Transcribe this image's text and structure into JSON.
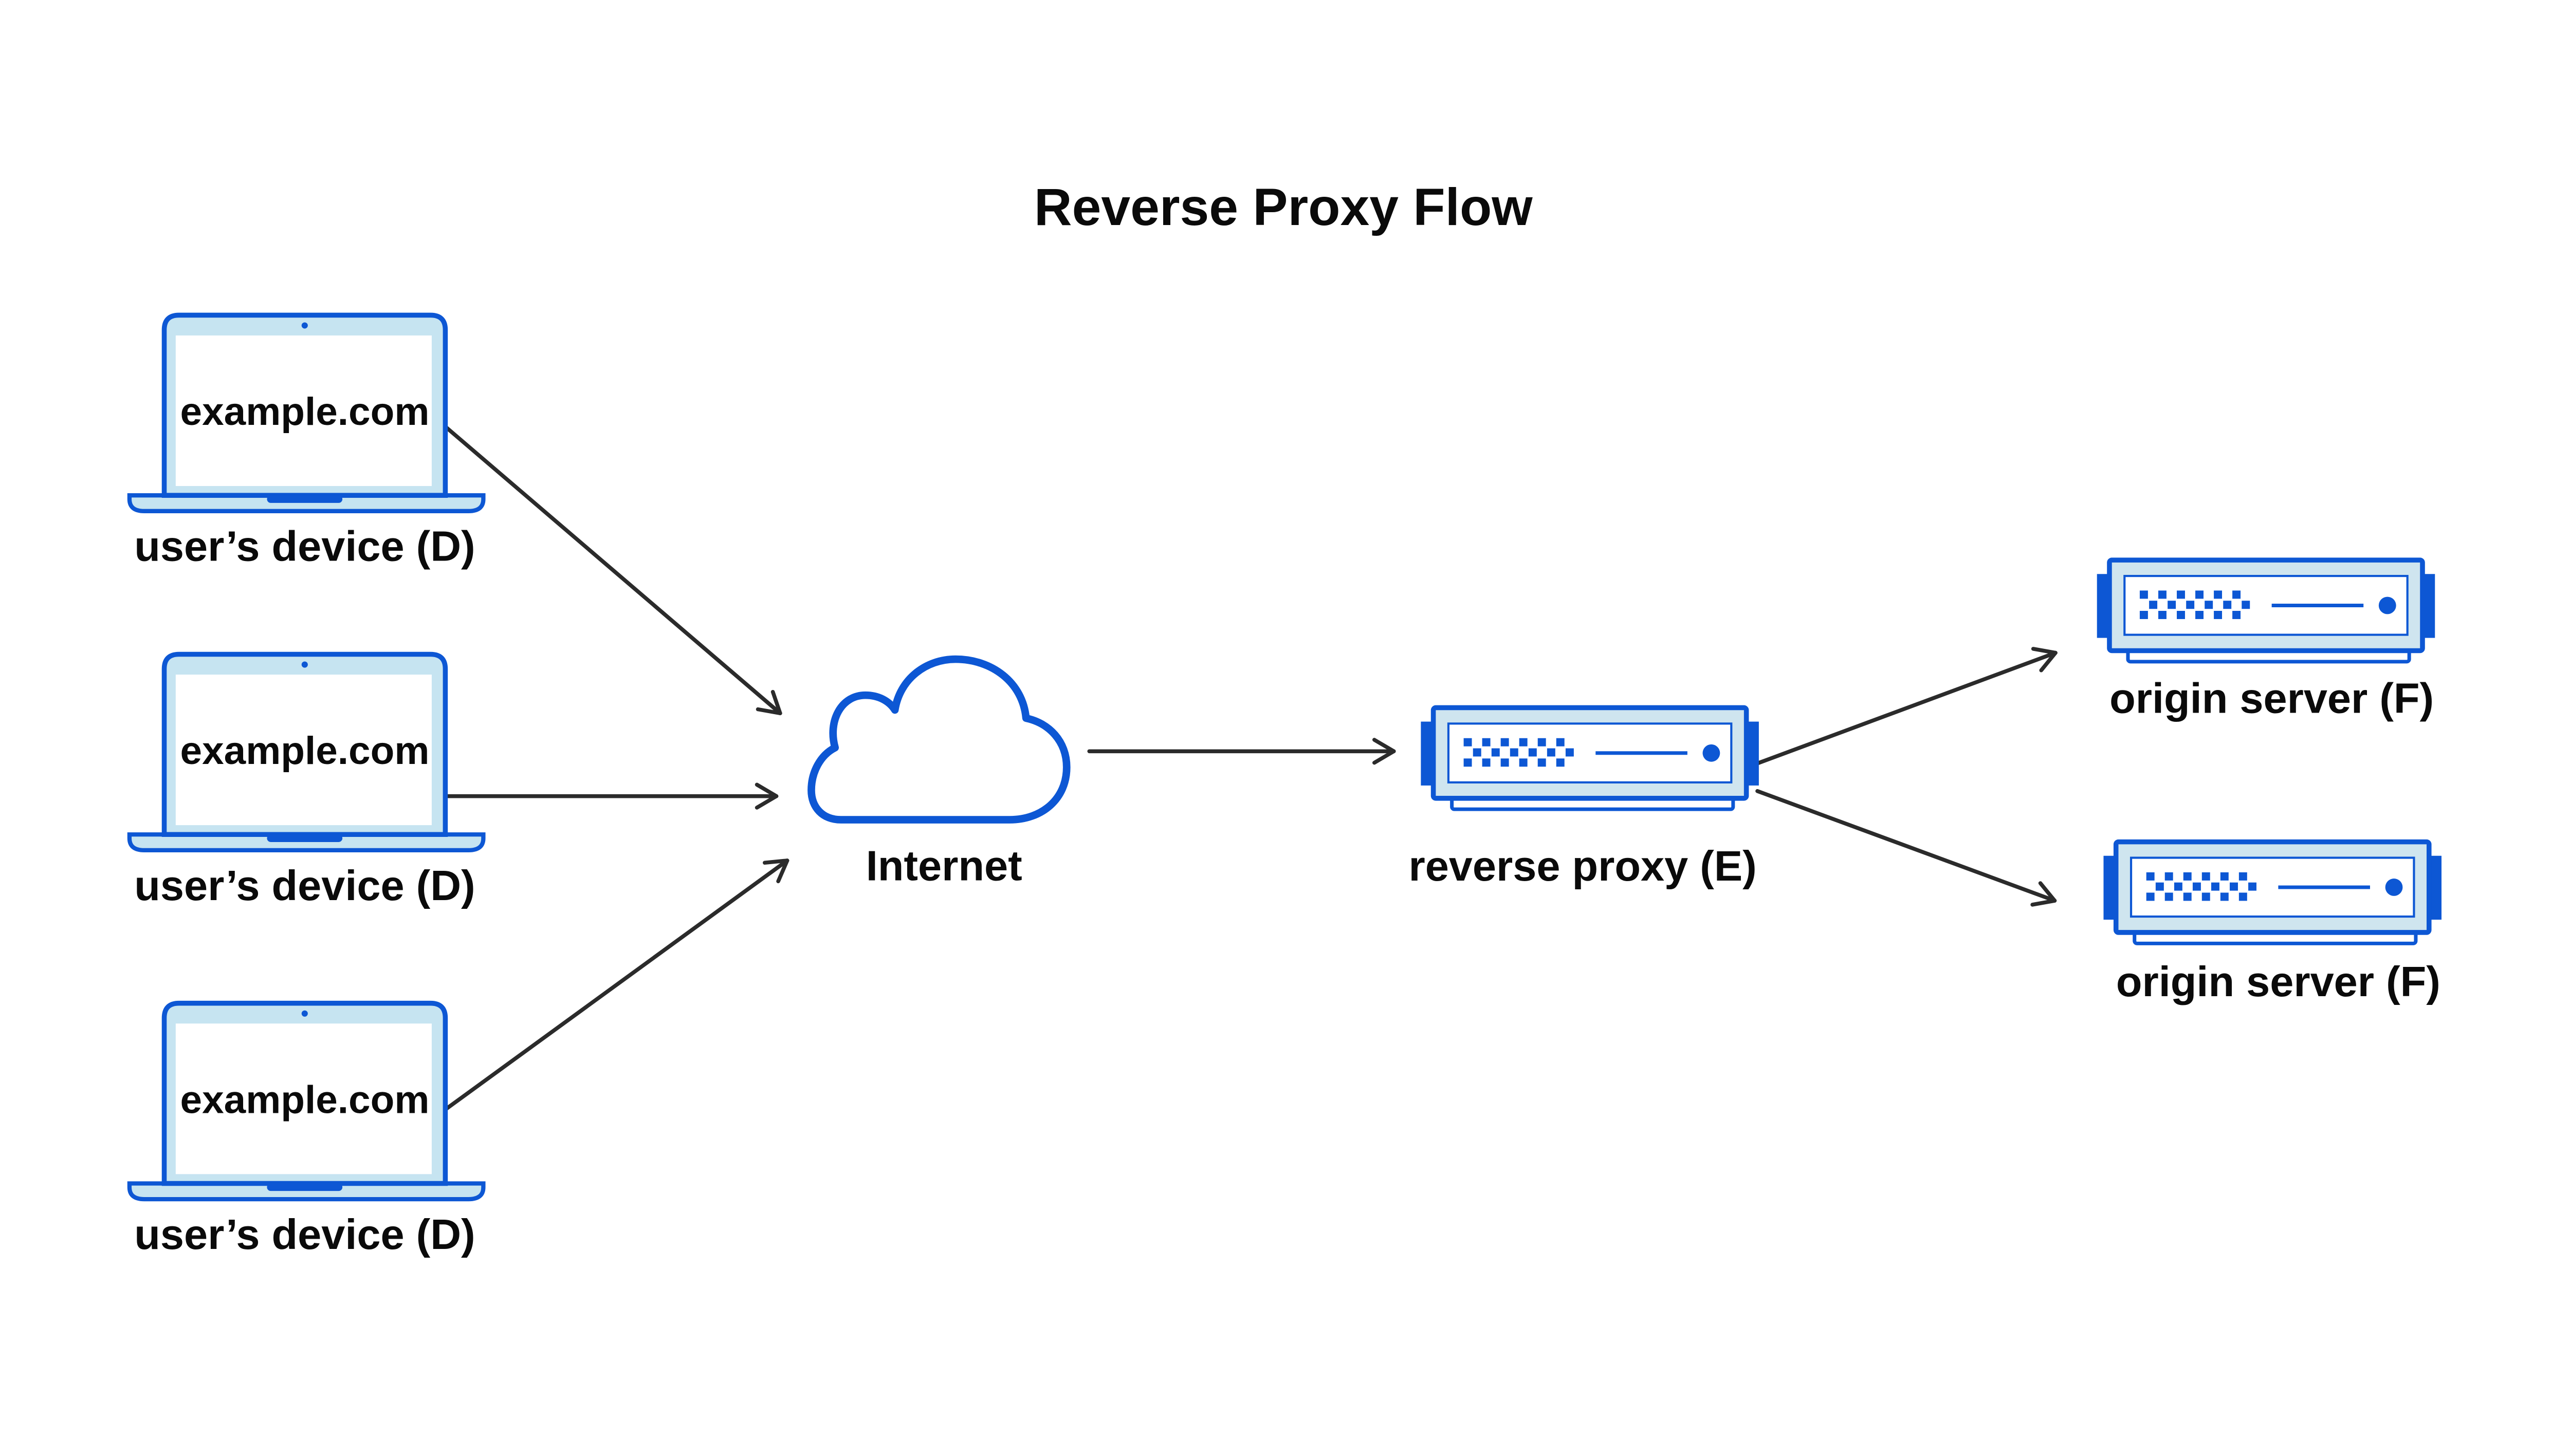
{
  "title": "Reverse Proxy Flow",
  "devices": [
    {
      "screen_text": "example.com",
      "label": "user’s device (D)"
    },
    {
      "screen_text": "example.com",
      "label": "user’s device (D)"
    },
    {
      "screen_text": "example.com",
      "label": "user’s device (D)"
    }
  ],
  "internet": {
    "label": "Internet"
  },
  "reverse_proxy": {
    "label": "reverse proxy (E)"
  },
  "origin_servers": [
    {
      "label": "origin server (F)"
    },
    {
      "label": "origin server (F)"
    }
  ],
  "connections": [
    {
      "from": "user’s device (D) 1",
      "to": "Internet"
    },
    {
      "from": "user’s device (D) 2",
      "to": "Internet"
    },
    {
      "from": "user’s device (D) 3",
      "to": "Internet"
    },
    {
      "from": "Internet",
      "to": "reverse proxy (E)"
    },
    {
      "from": "reverse proxy (E)",
      "to": "origin server (F) 1"
    },
    {
      "from": "reverse proxy (E)",
      "to": "origin server (F) 2"
    }
  ],
  "colors": {
    "accent_blue": "#0d57d4",
    "laptop_fill": "#c6e4f1",
    "server_fill": "#cfe5ef",
    "arrow": "#2b2b2b",
    "text": "#0a0a0a",
    "background": "#ffffff"
  }
}
